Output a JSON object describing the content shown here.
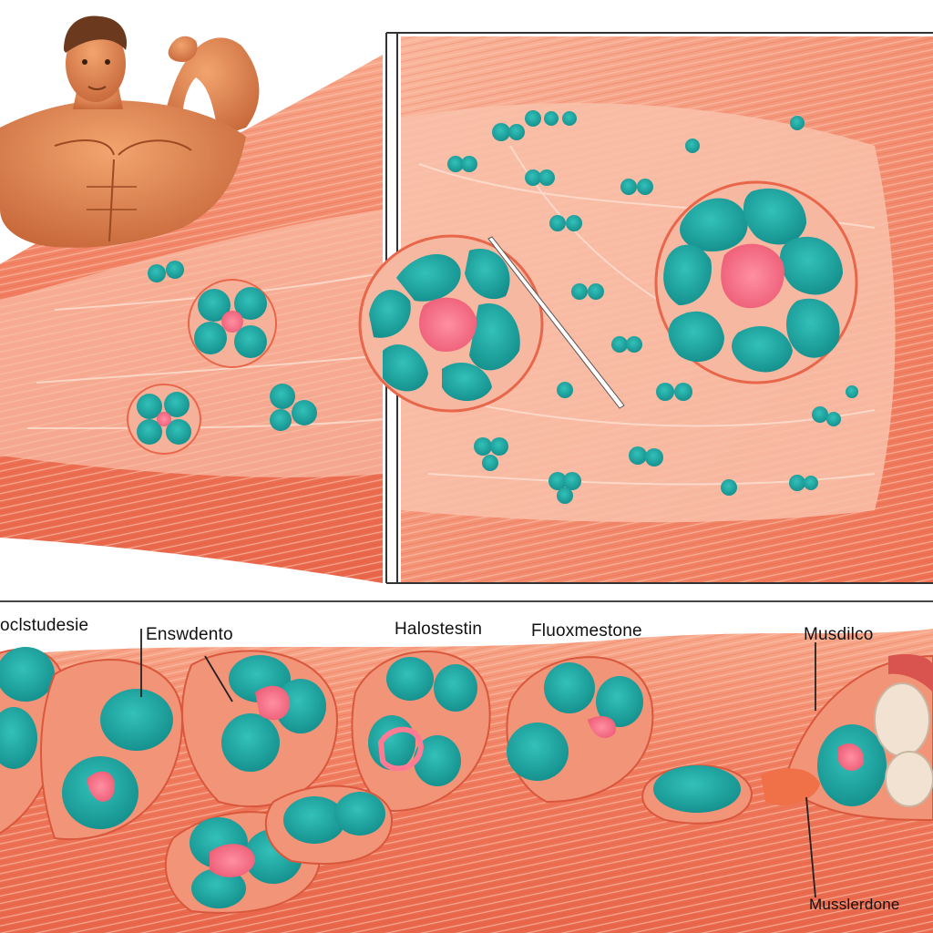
{
  "labels": {
    "l1": "oclstudesie",
    "l2": "Enswdento",
    "l3": "Halostestin",
    "l4": "Fluoxmestone",
    "l5": "Musdilco",
    "l6": "Musslerdone"
  },
  "colors": {
    "muscle": "#f07a5c",
    "muscle_light": "#f7a98c",
    "fascicle": "#1fa9a5",
    "fascicle_dark": "#137b7c",
    "core": "#f0607a",
    "skin": "#d97a4a",
    "background": "#ffffff"
  }
}
